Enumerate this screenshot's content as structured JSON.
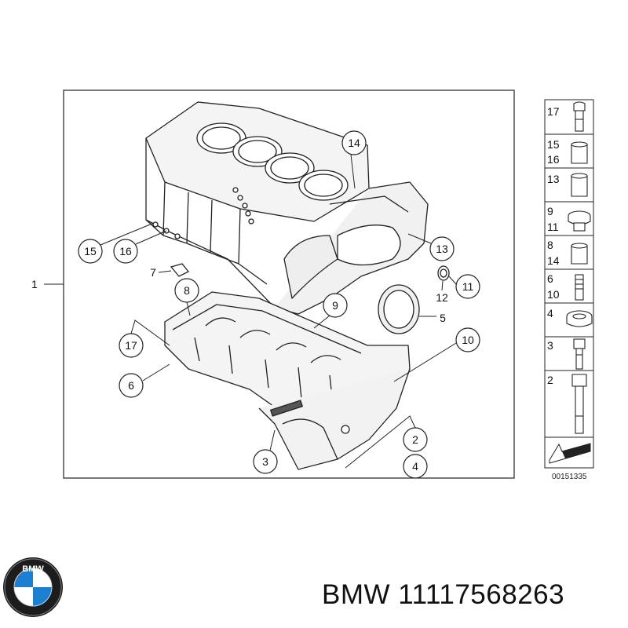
{
  "diagram": {
    "main_label": "1",
    "callouts": [
      "14",
      "15",
      "16",
      "13",
      "12",
      "11",
      "7",
      "8",
      "9",
      "5",
      "17",
      "10",
      "6",
      "2",
      "3",
      "4"
    ],
    "side_panel": {
      "rows": [
        {
          "labels": [
            "17"
          ],
          "part": "long-bolt-icon"
        },
        {
          "labels": [
            "15",
            "16"
          ],
          "part": "sleeve-icon"
        },
        {
          "labels": [
            "13"
          ],
          "part": "dowel-icon"
        },
        {
          "labels": [
            "9",
            "11"
          ],
          "part": "plug-icon"
        },
        {
          "labels": [
            "8",
            "14"
          ],
          "part": "pin-icon"
        },
        {
          "labels": [
            "6",
            "10"
          ],
          "part": "stud-icon"
        },
        {
          "labels": [
            "4"
          ],
          "part": "seal-ring-icon"
        },
        {
          "labels": [
            "3"
          ],
          "part": "screw-icon"
        },
        {
          "labels": [
            "2"
          ],
          "part": "bolt-icon"
        }
      ]
    },
    "reference_number": "00151335"
  },
  "footer": {
    "brand_caption": "BMW 11117568263",
    "logo_letters": "BMW",
    "logo_colors": {
      "ring": "#1c1c1c",
      "blue": "#1d7fd1",
      "white": "#ffffff"
    }
  }
}
